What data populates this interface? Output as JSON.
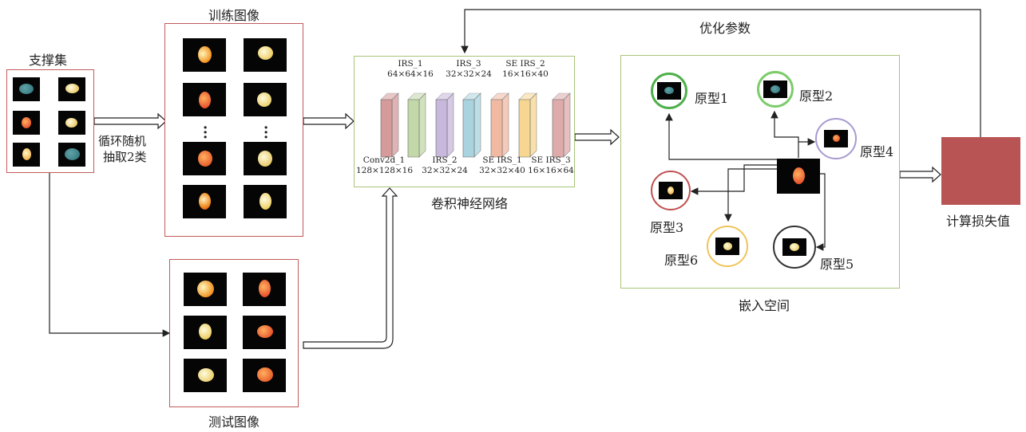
{
  "labels": {
    "support_set": "支撑集",
    "sampling_line1": "循环随机",
    "sampling_line2": "抽取2类",
    "train_images": "训练图像",
    "test_images": "测试图像",
    "cnn": "卷积神经网络",
    "embedding_space": "嵌入空间",
    "optimize_params": "优化参数",
    "compute_loss": "计算损失值"
  },
  "network_layers": [
    {
      "name": "Conv2d_1",
      "shape": "128×128×16",
      "color": "#d59a9a"
    },
    {
      "name": "IRS_1",
      "shape": "64×64×16",
      "color": "#c3d8a8"
    },
    {
      "name": "IRS_2",
      "shape": "32×32×24",
      "color": "#c8b8dc"
    },
    {
      "name": "IRS_3",
      "shape": "32×32×24",
      "color": "#a9d4df"
    },
    {
      "name": "SE IRS_1",
      "shape": "32×32×40",
      "color": "#f2b9a2"
    },
    {
      "name": "SE IRS_2",
      "shape": "16×16×40",
      "color": "#f6d690"
    },
    {
      "name": "SE IRS_3",
      "shape": "16×16×64",
      "color": "#deaaaa"
    }
  ],
  "prototypes": [
    {
      "label": "原型1",
      "ring_color": "#4db04a"
    },
    {
      "label": "原型2",
      "ring_color": "#7ccc6a"
    },
    {
      "label": "原型3",
      "ring_color": "#c05050"
    },
    {
      "label": "原型4",
      "ring_color": "#a89ad0"
    },
    {
      "label": "原型5",
      "ring_color": "#333333"
    },
    {
      "label": "原型6",
      "ring_color": "#f0c45a"
    }
  ],
  "colors": {
    "image_box_border": "#c25a5a",
    "cnn_box_border": "#a8c47a",
    "loss_block": "#b85454"
  }
}
